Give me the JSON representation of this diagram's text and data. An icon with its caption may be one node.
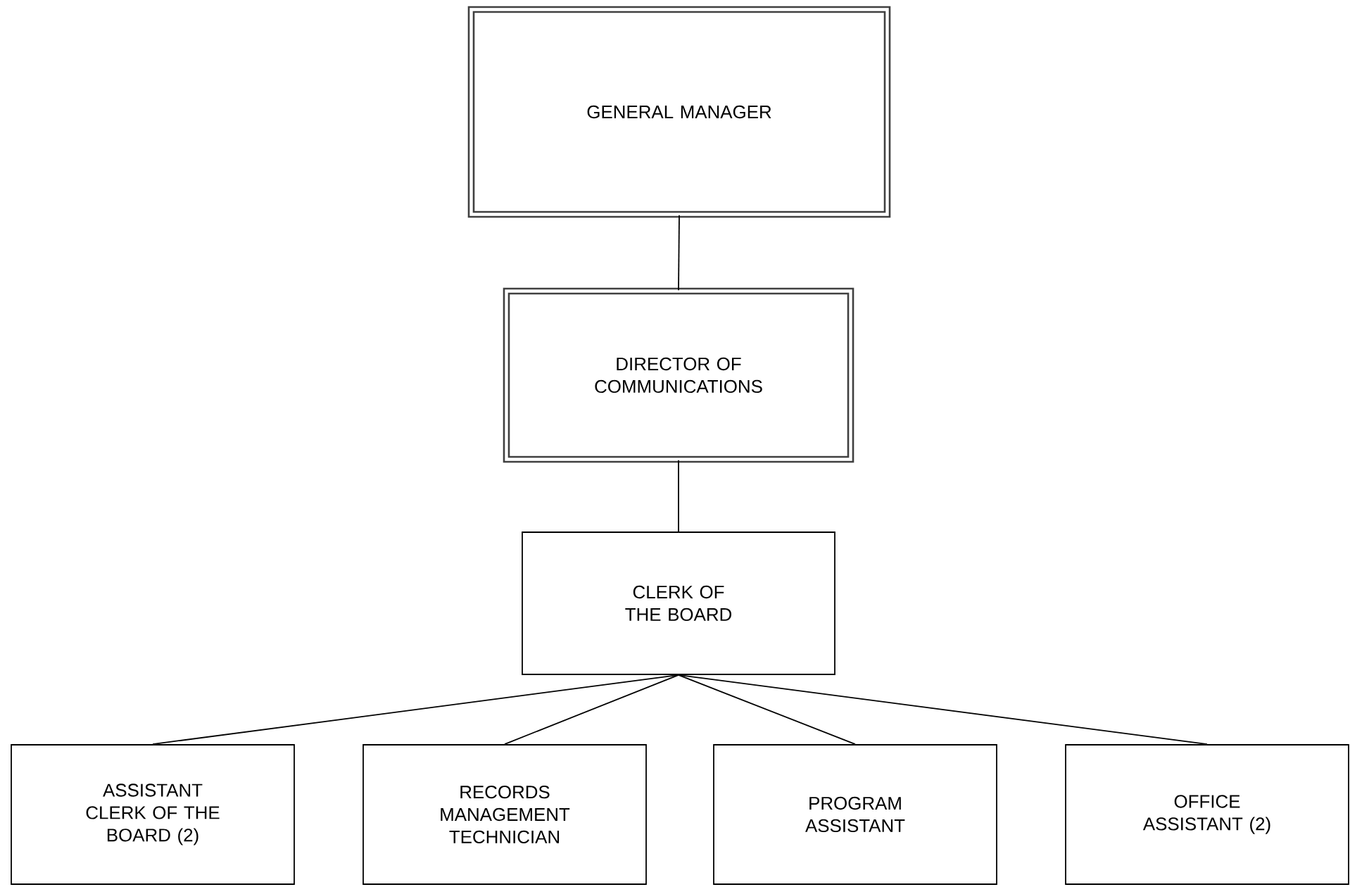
{
  "diagram": {
    "nodes": [
      {
        "text": [
          "GENERAL MANAGER"
        ]
      },
      {
        "text": [
          "DIRECTOR OF COMMUNICATIONS"
        ]
      },
      {
        "text": [
          "CLERK OF THE BOARD"
        ]
      },
      {
        "text": [
          "ASSISTANT CLERK OF THE BOARD (2)"
        ]
      },
      {
        "text": [
          "RECORDS MANAGEMENT TECHNICIAN"
        ]
      },
      {
        "text": [
          "PROGRAM ASSISTANT"
        ]
      },
      {
        "text": [
          "OFFICE ASSISTANT (2)"
        ]
      }
    ],
    "edges": [
      {
        "from": 0,
        "to": 1,
        "arrow": "none"
      },
      {
        "from": 1,
        "to": 2,
        "arrow": "none"
      },
      {
        "from": 2,
        "to": 3,
        "arrow": "none"
      },
      {
        "from": 2,
        "to": 4,
        "arrow": "none"
      },
      {
        "from": 2,
        "to": 5,
        "arrow": "none"
      },
      {
        "from": 2,
        "to": 6,
        "arrow": "none"
      }
    ]
  }
}
